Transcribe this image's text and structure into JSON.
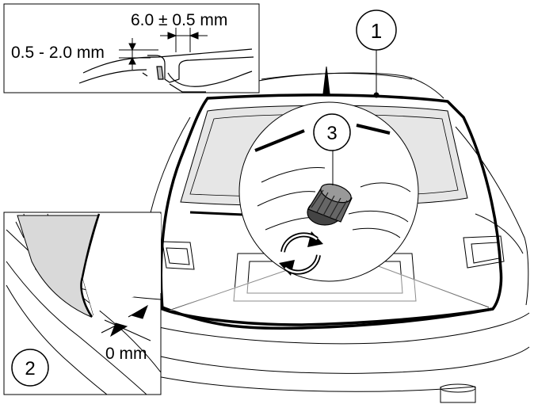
{
  "detail_top": {
    "gap_dimension": "6.0 ± 0.5 mm",
    "height_dimension": "0.5 - 2.0 mm"
  },
  "detail_bottom": {
    "flush_dimension": "0 mm"
  },
  "callouts": {
    "trim_seal": "1",
    "edge_detail": "2",
    "nozzle_detail": "3"
  }
}
